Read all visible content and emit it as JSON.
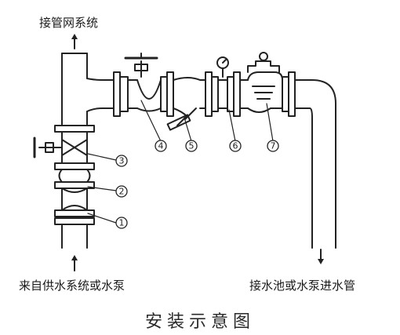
{
  "labels": {
    "top": "接管网系统",
    "bottom_left": "来自供水系统或水泵",
    "bottom_right": "接水池或水泵进水管",
    "title": "安装示意图"
  },
  "callouts": [
    "1",
    "2",
    "3",
    "4",
    "5",
    "6",
    "7"
  ],
  "colors": {
    "line": "#222222",
    "background": "#ffffff"
  }
}
